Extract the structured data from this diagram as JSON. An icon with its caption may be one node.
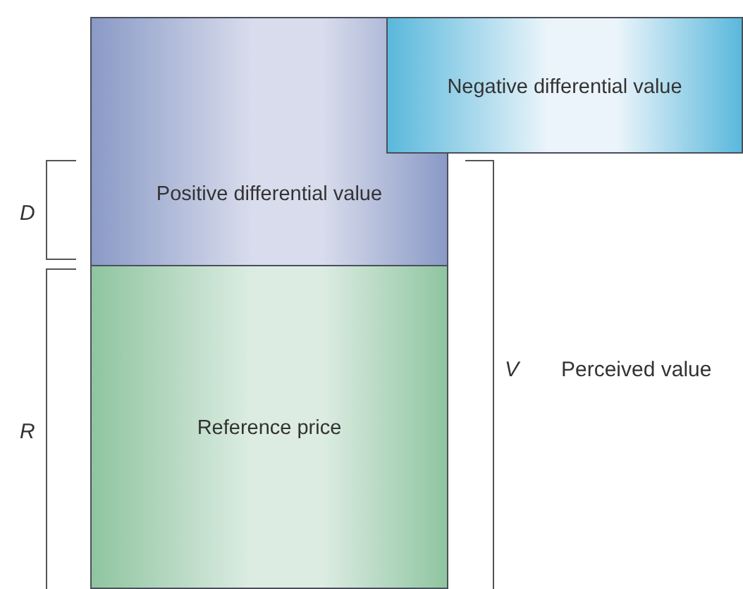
{
  "diagram": {
    "nodes": [
      {
        "text": [
          "Negative differential value"
        ]
      },
      {
        "text": [
          "Positive differential value"
        ]
      },
      {
        "text": [
          "Reference price"
        ]
      }
    ],
    "labels": [
      "D",
      "V",
      "Perceived value",
      "R"
    ]
  }
}
